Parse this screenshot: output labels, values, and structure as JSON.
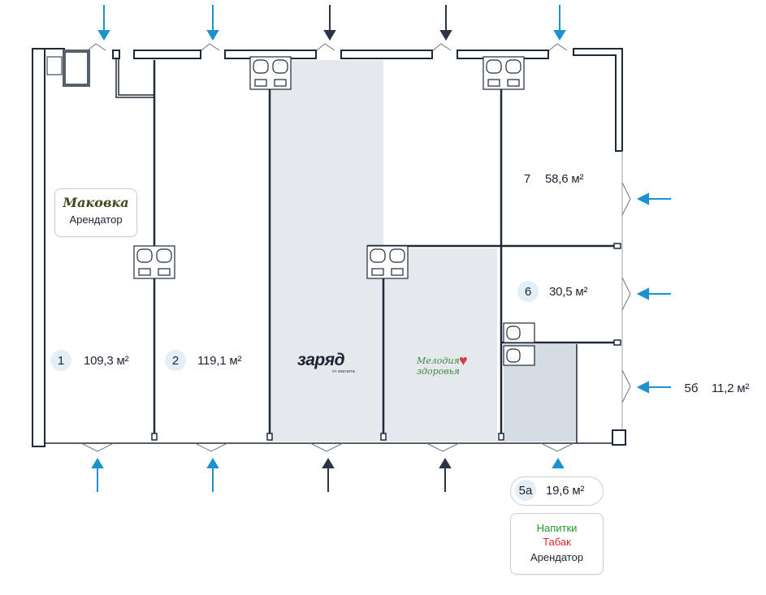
{
  "units": [
    {
      "number": "1",
      "area": "109,3 м²"
    },
    {
      "number": "2",
      "area": "119,1 м²"
    },
    {
      "number": "7",
      "area": "58,6 м²"
    },
    {
      "number": "6",
      "area": "30,5 м²"
    },
    {
      "number": "5б",
      "area": "11,2 м²"
    },
    {
      "number": "5а",
      "area": "19,6 м²"
    }
  ],
  "tenants": {
    "makovka": {
      "logo_text": "Маковка",
      "caption": "Арендатор"
    },
    "zaryad": {
      "logo_text": "заряд",
      "logo_subtext": "от магнита"
    },
    "melodia": {
      "line1": "Мелодия",
      "line2": "здоровья"
    },
    "drinks_tobacco": {
      "line1": "Напитки",
      "line2": "Табак",
      "caption": "Арендатор"
    }
  },
  "colors": {
    "wall": "#1e2a3a",
    "entrance_arrow_blue": "#1a92d0",
    "entrance_arrow_dark": "#2a3446",
    "shaded_area": "#e5e8ec",
    "shaded_5a": "#d5dde4",
    "number_circle_bg": "#e3eef7"
  },
  "icons": [
    "entrance-arrow-icon",
    "door-swing-icon",
    "toilet-icon",
    "sink-icon",
    "heart-icon"
  ]
}
